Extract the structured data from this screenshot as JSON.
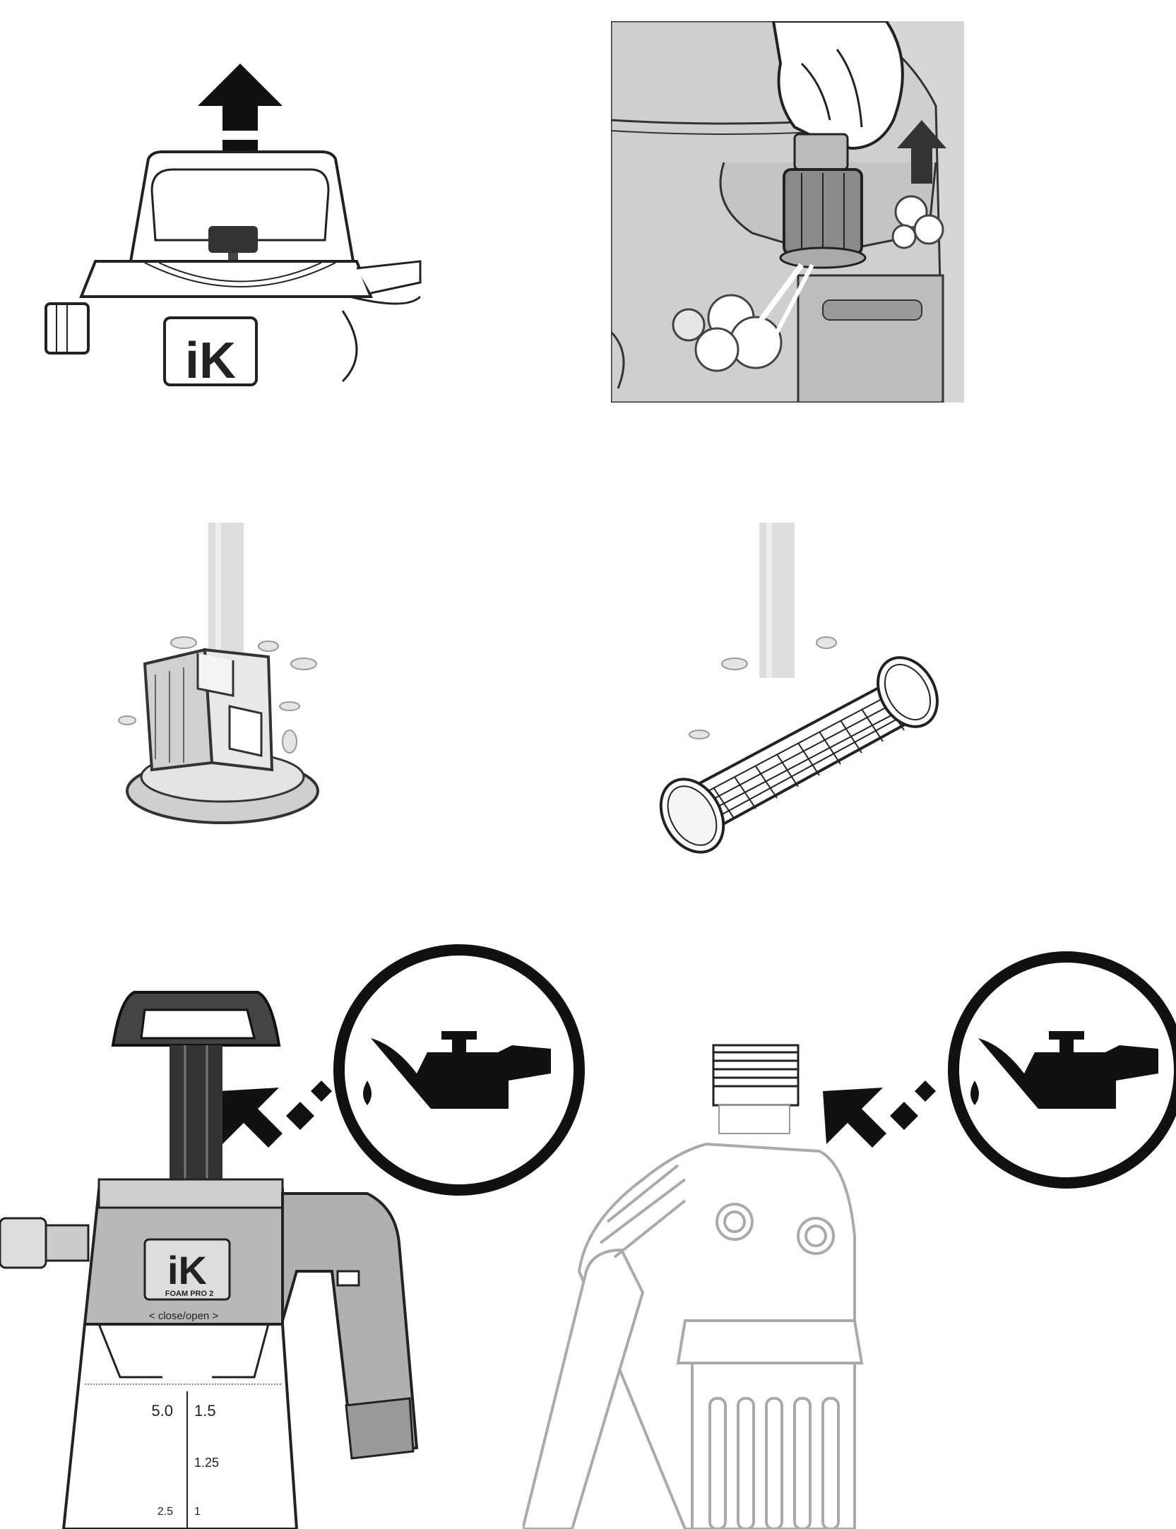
{
  "figures": {
    "logo_text": "iK",
    "product_text": "FOAM PRO 2",
    "close_open_text": "< close/open >",
    "scale_labels": [
      "5.0",
      "1.5",
      "1.25",
      "2.5",
      "1"
    ],
    "icons": [
      "arrow-up-icon",
      "oil-can-icon",
      "arrow-down-left-icon"
    ]
  }
}
